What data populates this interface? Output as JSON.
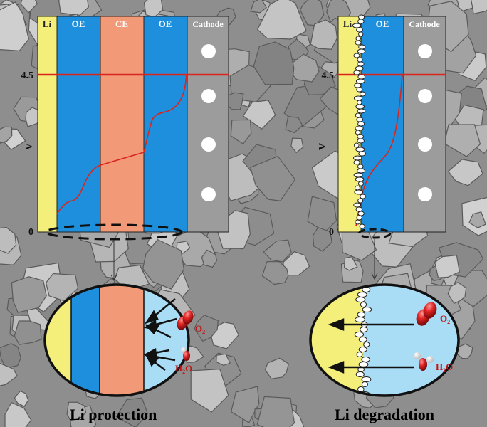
{
  "left_panel": {
    "layers": [
      "Li",
      "OE",
      "CE",
      "OE",
      "Cathode"
    ],
    "y_axis_label": "V",
    "y_tick_top": "4.5",
    "y_tick_bottom": "0",
    "caption": "Li protection",
    "zoom": {
      "species_1": "O",
      "species_1_sub": "2",
      "species_2": "H",
      "species_2_sub": "2",
      "species_2_tail": "O"
    }
  },
  "right_panel": {
    "layers": [
      "Li",
      "OE",
      "Cathode"
    ],
    "y_axis_label": "V",
    "y_tick_top": "4.5",
    "y_tick_bottom": "0",
    "caption": "Li degradation",
    "zoom": {
      "species_1": "O",
      "species_1_sub": "2",
      "species_2": "H",
      "species_2_sub": "2",
      "species_2_tail": "O"
    }
  },
  "colors": {
    "li": "#f4ef7a",
    "oe": "#1e8fdc",
    "ce": "#f29a78",
    "cathode": "#9c9c9c",
    "potential_line": "#d9251c",
    "zoom_fill": "#a9dcf5",
    "molecule": "#d91d1d"
  }
}
